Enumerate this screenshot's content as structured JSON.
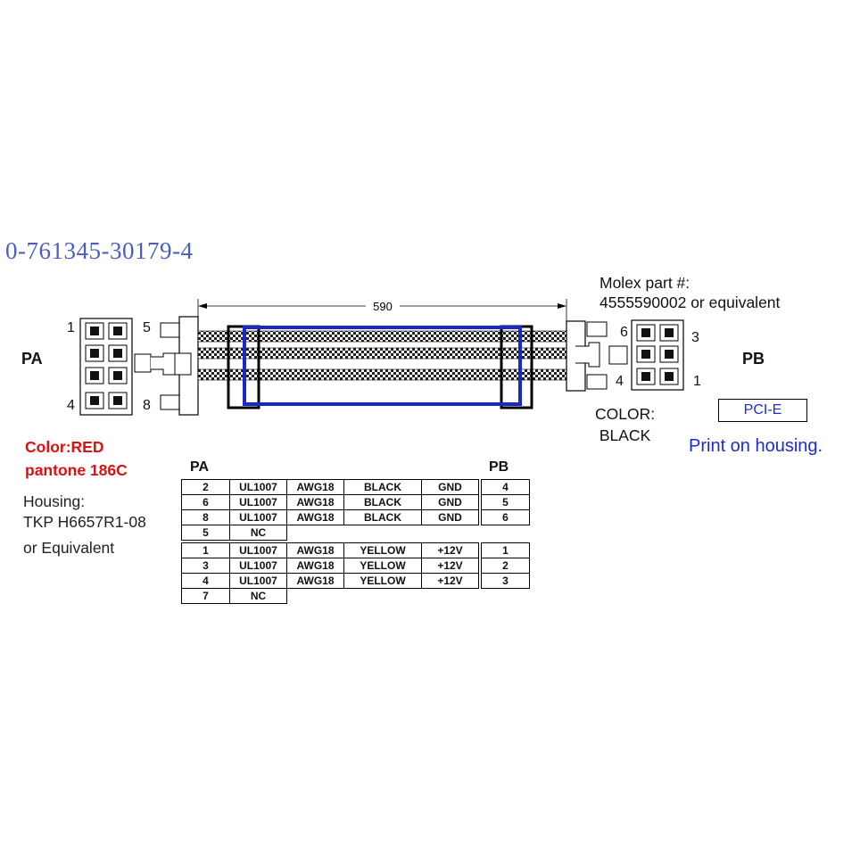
{
  "part_number": "0-761345-30179-4",
  "molex": {
    "line1": "Molex part #:",
    "line2": "4555590002 or equivalent"
  },
  "connector_a": {
    "label": "PA",
    "pins": {
      "top_left": "1",
      "bottom_left": "4",
      "top_right": "5",
      "bottom_right": "8"
    },
    "color_line1": "Color:RED",
    "color_line2": "pantone 186C",
    "housing_line1": "Housing:",
    "housing_line2": "TKP H6657R1-08",
    "housing_line3": "or Equivalent"
  },
  "connector_b": {
    "label": "PB",
    "pins": {
      "top_left": "6",
      "bottom_left": "4",
      "top_right": "3",
      "bottom_right": "1"
    },
    "color_line1": "COLOR:",
    "color_line2": "BLACK",
    "print_box": "PCI-E",
    "print_note": "Print on housing."
  },
  "dimension": "590",
  "wire_table": {
    "header_pa": "PA",
    "header_pb": "PB",
    "rows": [
      {
        "pa": "2",
        "type": "UL1007",
        "gauge": "AWG18",
        "color": "BLACK",
        "signal": "GND",
        "pb": "4"
      },
      {
        "pa": "6",
        "type": "UL1007",
        "gauge": "AWG18",
        "color": "BLACK",
        "signal": "GND",
        "pb": "5"
      },
      {
        "pa": "8",
        "type": "UL1007",
        "gauge": "AWG18",
        "color": "BLACK",
        "signal": "GND",
        "pb": "6"
      },
      {
        "pa": "5",
        "type": "NC"
      },
      {
        "pa": "1",
        "type": "UL1007",
        "gauge": "AWG18",
        "color": "YELLOW",
        "signal": "+12V",
        "pb": "1"
      },
      {
        "pa": "3",
        "type": "UL1007",
        "gauge": "AWG18",
        "color": "YELLOW",
        "signal": "+12V",
        "pb": "2"
      },
      {
        "pa": "4",
        "type": "UL1007",
        "gauge": "AWG18",
        "color": "YELLOW",
        "signal": "+12V",
        "pb": "3"
      },
      {
        "pa": "7",
        "type": "NC"
      }
    ]
  },
  "colors": {
    "part_number": "#4a5fbf",
    "red_note": "#e01010",
    "blue_note": "#1d2ad6",
    "sleeve": "#1a28c8"
  }
}
